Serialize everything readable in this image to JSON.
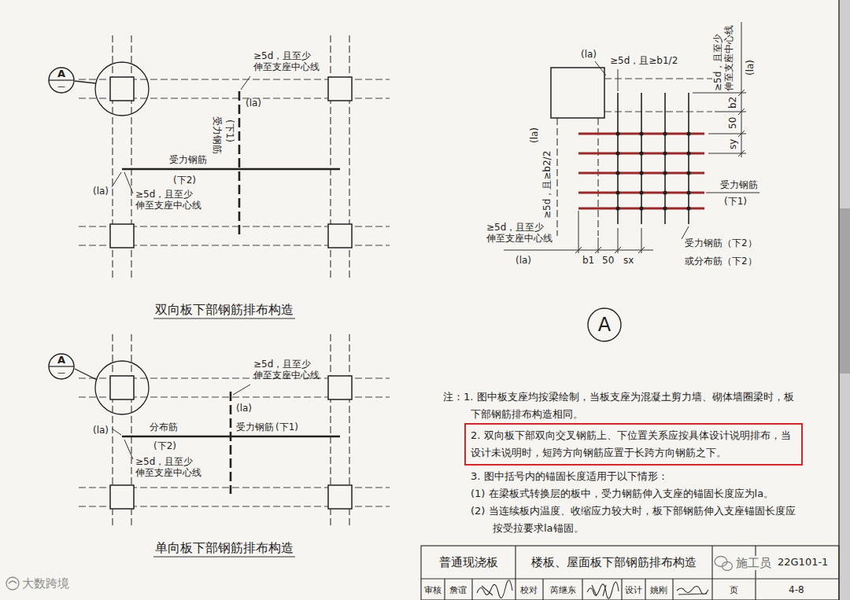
{
  "diagram": {
    "nodes": [
      {
        "text": [
          "A",
          "—"
        ]
      },
      {
        "text": [
          "A",
          "—"
        ]
      },
      {
        "text": [
          "A"
        ]
      },
      {
        "text": [
          "2. 双向板下部双向交叉钢筋上、下位置关系应按具体设计说明排布，当设计未说明时，短跨方向钢筋应置于长跨方向钢筋之下。"
        ]
      }
    ],
    "labels": [
      "≥5d，且至少 伸至支座中心线",
      "(la)",
      "受力钢筋",
      "(下1)",
      "受力钢筋",
      "(下2)",
      "(la)",
      "≥5d，且至少 伸至支座中心线",
      "双向板下部钢筋排布构造",
      "≥5d，且至少 伸至支座中心线",
      "(la)",
      "(la)",
      "分布筋",
      "(下2)",
      "受力钢筋",
      "(下1)",
      "≥5d，且至少 伸至支座中心线",
      "单向板下部钢筋排布构造",
      "(la)",
      "≥5d，且≥b1/2",
      "≥5d，且至少 伸至支座中心线",
      "(la)",
      "b2",
      "50",
      "sy",
      "(la)",
      "≥5d，且≥b2/2",
      "受力钢筋",
      "(下1)",
      "≥5d，且至少 伸至支座中心线",
      "(la)",
      "b1",
      "50",
      "sx",
      "受力钢筋（下2）",
      "或分布筋（下2）",
      "注：1. 图中板支座均按梁绘制，当板支座为混凝土剪力墙、砌体墙圈梁时，板下部钢筋排布构造相同。",
      "3. 图中括号内的锚固长度适用于以下情形：",
      "(1) 在梁板式转换层的板中，受力钢筋伸入支座的锚固长度应为la。",
      "(2) 当连续板内温度、收缩应力较大时，板下部钢筋伸入支座锚固长度应按受拉要求la锚固。",
      "普通现浇板",
      "楼板、屋面板下部钢筋排布构造",
      "22G101-1",
      "审核",
      "詹谊",
      "校对",
      "芮继东",
      "设计",
      "姚刚",
      "页",
      "4-8",
      "施工员",
      "大数跨境"
    ]
  }
}
